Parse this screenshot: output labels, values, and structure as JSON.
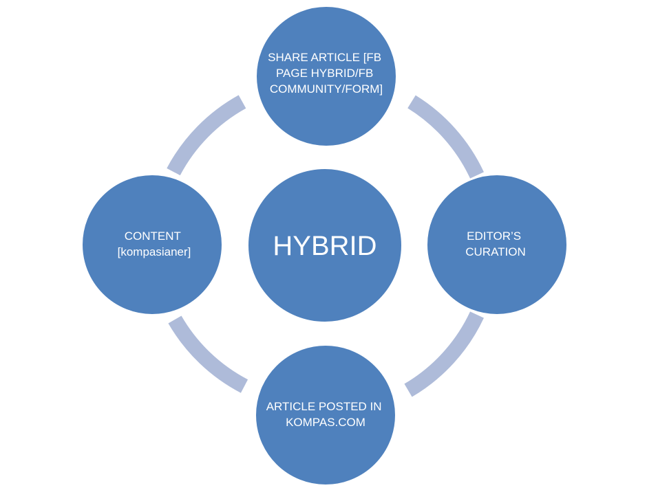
{
  "diagram": {
    "center": {
      "label": "HYBRID"
    },
    "nodes": [
      {
        "id": "share",
        "lines": [
          "SHARE ARTICLE [FB",
          "PAGE HYBRID/FB",
          "COMMUNITY/FORM]"
        ]
      },
      {
        "id": "curation",
        "lines": [
          "EDITOR’S",
          "CURATION"
        ]
      },
      {
        "id": "posted",
        "lines": [
          "ARTICLE POSTED IN",
          "KOMPAS.COM"
        ]
      },
      {
        "id": "content",
        "lines": [
          "CONTENT",
          "[kompasianer]"
        ]
      }
    ],
    "colors": {
      "node_fill": "#4f81bd",
      "node_stroke": "#ffffff",
      "ring": "#aebbd9",
      "text": "#ffffff"
    }
  }
}
